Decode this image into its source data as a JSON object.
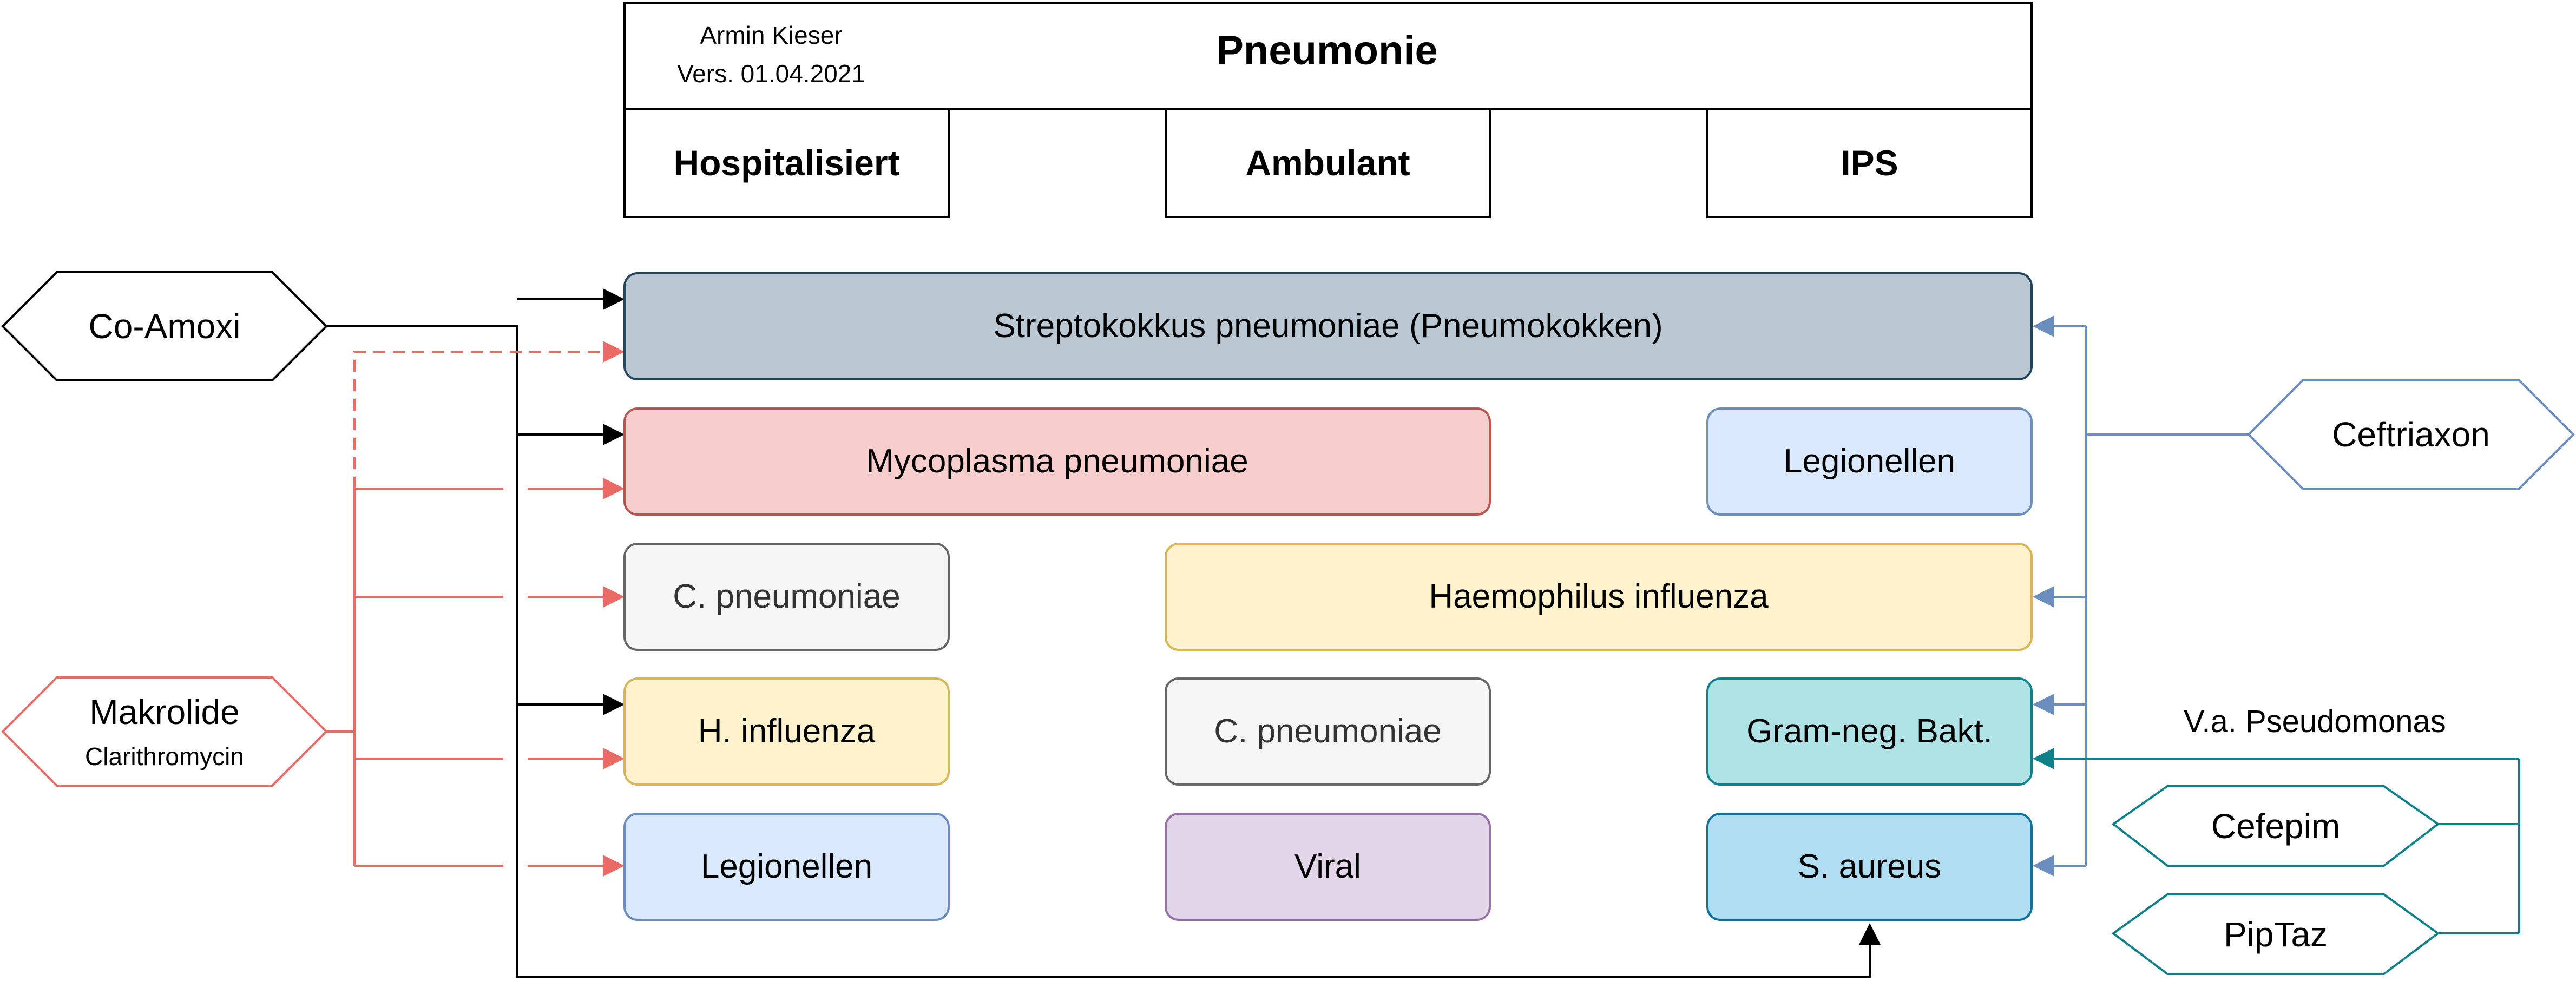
{
  "header": {
    "author": "Armin Kieser",
    "version": "Vers. 01.04.2021",
    "title": "Pneumonie",
    "columns": [
      "Hospitalisiert",
      "Ambulant",
      "IPS"
    ]
  },
  "pathogens": {
    "strep": "Streptokokkus pneumoniae (Pneumokokken)",
    "mycoplasma": "Mycoplasma pneumoniae",
    "legionellen_ips": "Legionellen",
    "c_pneumoniae_hosp": "C. pneumoniae",
    "haemophilus_ambulant_ips": "Haemophilus influenza",
    "h_influenza_hosp": "H. influenza",
    "c_pneumoniae_ambulant": "C. pneumoniae",
    "gram_neg": "Gram-neg. Bakt.",
    "legionellen_hosp": "Legionellen",
    "viral": "Viral",
    "s_aureus": "S. aureus"
  },
  "antibiotics": {
    "co_amoxi": "Co-Amoxi",
    "makrolide": "Makrolide",
    "makrolide_sub": "Clarithromycin",
    "ceftriaxon": "Ceftriaxon",
    "pseudomonas_note": "V.a. Pseudomonas",
    "cefepim": "Cefepim",
    "piptaz": "PipTaz"
  },
  "colors": {
    "co_amoxi": "#000000",
    "makrolide": "#ea6b66",
    "ceftriaxon": "#6c8ebf",
    "pseudomonas": "#0e8088",
    "strep_fill": "#bac8d3",
    "strep_border": "#23445d",
    "mycoplasma_fill": "#f8cecc",
    "mycoplasma_border": "#b85450",
    "legionellen_fill": "#dae8fc",
    "legionellen_border": "#6c8ebf",
    "c_pneumoniae_fill": "#f5f5f5",
    "c_pneumoniae_border": "#666666",
    "haemophilus_fill": "#fff2cc",
    "haemophilus_border": "#d6b656",
    "gram_neg_fill": "#b0e3e6",
    "gram_neg_border": "#0e8088",
    "viral_fill": "#e1d5e7",
    "viral_border": "#9673a6",
    "s_aureus_fill": "#b1ddf0",
    "s_aureus_border": "#10739e"
  }
}
